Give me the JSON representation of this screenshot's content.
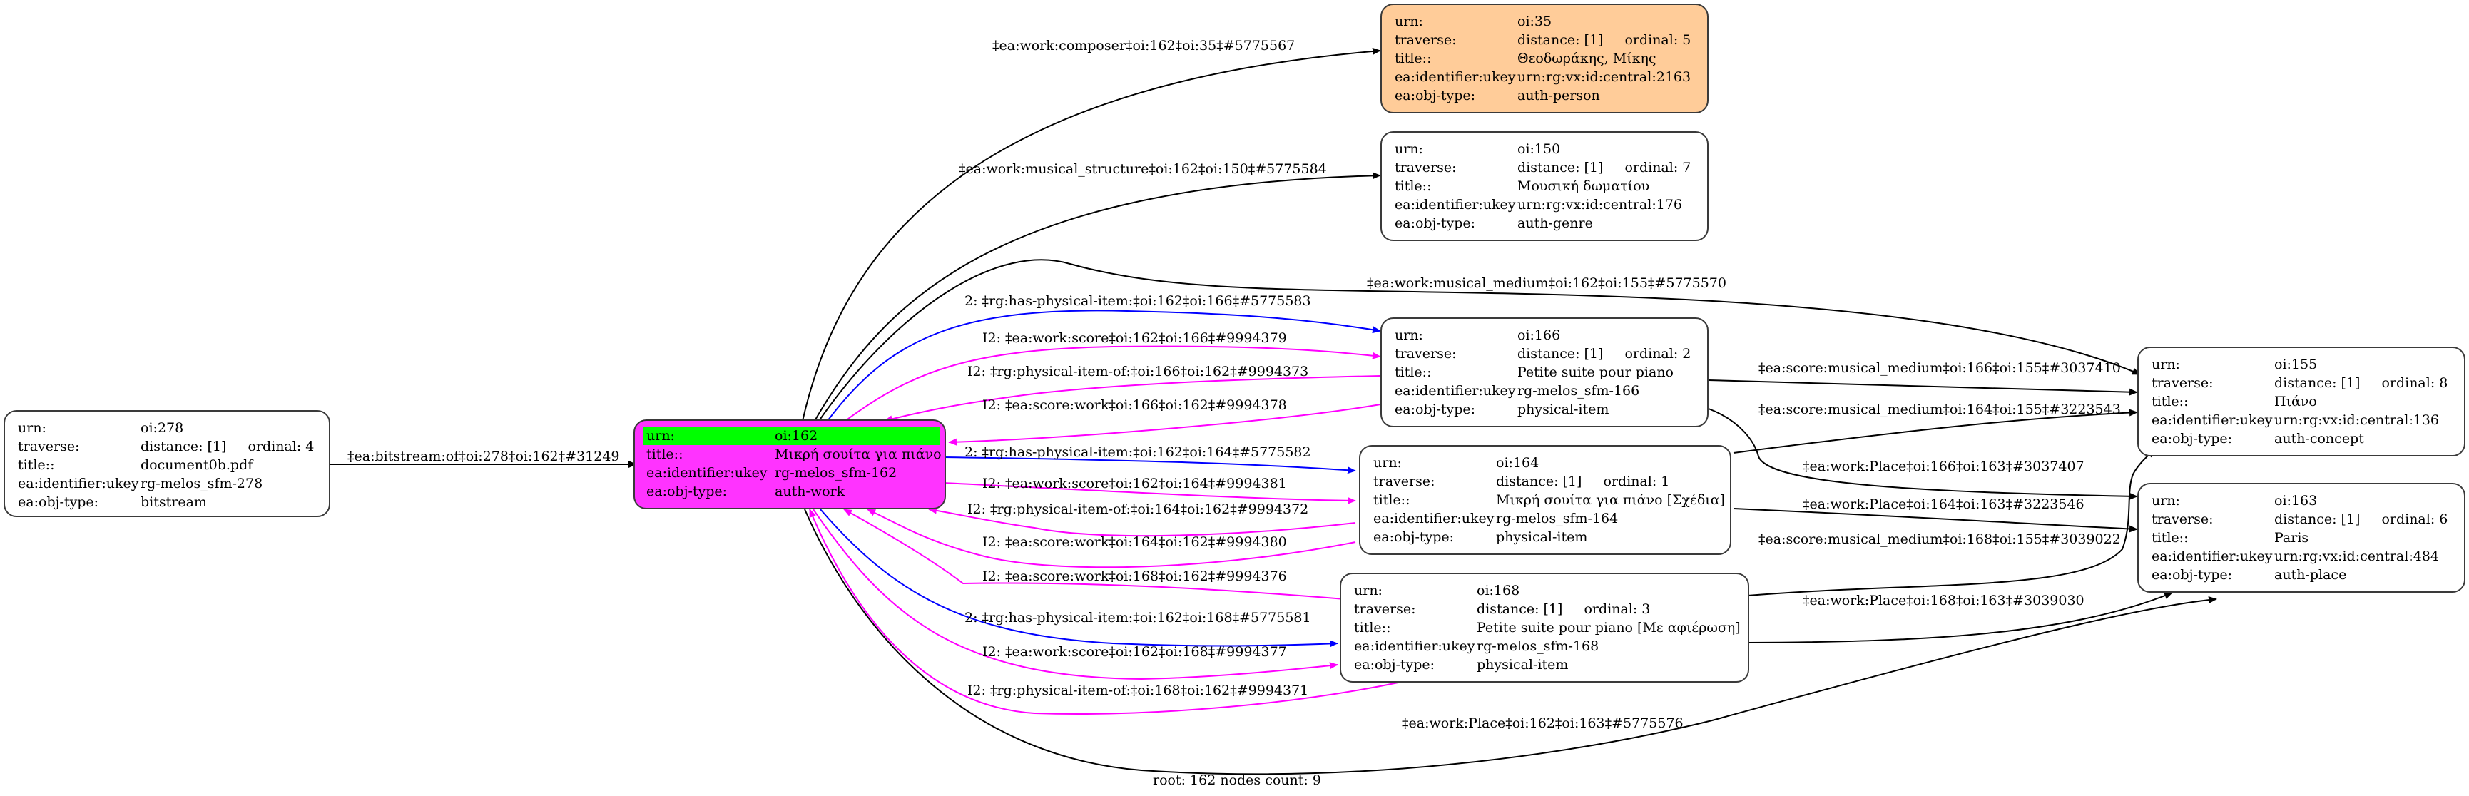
{
  "graph": {
    "caption": "root: 162 nodes count: 9",
    "colors": {
      "root_fill": "#ff33ff",
      "root_urn_highlight": "#00ff00",
      "person_fill": "#ffcc99",
      "edge_default": "#000000",
      "edge_has_item": "#0000ff",
      "edge_inferred": "#ff00ff"
    },
    "field_labels": {
      "urn": "urn:",
      "traverse": "traverse:",
      "title": "title::",
      "ukey": "ea:identifier:ukey",
      "objtype": "ea:obj-type:"
    },
    "nodes": {
      "n278": {
        "urn": "oi:278",
        "distance": "distance: [1]",
        "ordinal": "ordinal: 4",
        "title": "document0b.pdf",
        "ukey": "rg-melos_sfm-278",
        "objtype": "bitstream"
      },
      "n162": {
        "urn": "oi:162",
        "title": "Μικρή σουίτα για πιάνο",
        "ukey": "rg-melos_sfm-162",
        "objtype": "auth-work"
      },
      "n35": {
        "urn": "oi:35",
        "distance": "distance: [1]",
        "ordinal": "ordinal: 5",
        "title": "Θεοδωράκης, Μίκης",
        "ukey": "urn:rg:vx:id:central:2163",
        "objtype": "auth-person"
      },
      "n150": {
        "urn": "oi:150",
        "distance": "distance: [1]",
        "ordinal": "ordinal: 7",
        "title": "Μουσική δωματίου",
        "ukey": "urn:rg:vx:id:central:176",
        "objtype": "auth-genre"
      },
      "n166": {
        "urn": "oi:166",
        "distance": "distance: [1]",
        "ordinal": "ordinal: 2",
        "title": "Petite suite pour piano",
        "ukey": "rg-melos_sfm-166",
        "objtype": "physical-item"
      },
      "n164": {
        "urn": "oi:164",
        "distance": "distance: [1]",
        "ordinal": "ordinal: 1",
        "title": "Μικρή σουίτα για πιάνο [Σχέδια]",
        "ukey": "rg-melos_sfm-164",
        "objtype": "physical-item"
      },
      "n168": {
        "urn": "oi:168",
        "distance": "distance: [1]",
        "ordinal": "ordinal: 3",
        "title": "Petite suite pour piano [Με αφιέρωση]",
        "ukey": "rg-melos_sfm-168",
        "objtype": "physical-item"
      },
      "n155": {
        "urn": "oi:155",
        "distance": "distance: [1]",
        "ordinal": "ordinal: 8",
        "title": "Πιάνο",
        "ukey": "urn:rg:vx:id:central:136",
        "objtype": "auth-concept"
      },
      "n163": {
        "urn": "oi:163",
        "distance": "distance: [1]",
        "ordinal": "ordinal: 6",
        "title": "Paris",
        "ukey": "urn:rg:vx:id:central:484",
        "objtype": "auth-place"
      }
    },
    "edges": [
      {
        "id": "e1",
        "from": "oi:278",
        "to": "oi:162",
        "kind": "default",
        "label": "‡ea:bitstream:of‡oi:278‡oi:162‡#31249"
      },
      {
        "id": "e2",
        "from": "oi:162",
        "to": "oi:35",
        "kind": "default",
        "label": "‡ea:work:composer‡oi:162‡oi:35‡#5775567"
      },
      {
        "id": "e3",
        "from": "oi:162",
        "to": "oi:150",
        "kind": "default",
        "label": "‡ea:work:musical_structure‡oi:162‡oi:150‡#5775584"
      },
      {
        "id": "e4",
        "from": "oi:162",
        "to": "oi:155",
        "kind": "default",
        "label": "‡ea:work:musical_medium‡oi:162‡oi:155‡#5775570"
      },
      {
        "id": "e5",
        "from": "oi:162",
        "to": "oi:166",
        "kind": "has_item",
        "label": "2: ‡rg:has-physical-item:‡oi:162‡oi:166‡#5775583"
      },
      {
        "id": "e6",
        "from": "oi:162",
        "to": "oi:166",
        "kind": "inferred",
        "label": "I2: ‡ea:work:score‡oi:162‡oi:166‡#9994379"
      },
      {
        "id": "e7",
        "from": "oi:166",
        "to": "oi:162",
        "kind": "inferred",
        "label": "I2: ‡rg:physical-item-of:‡oi:166‡oi:162‡#9994373"
      },
      {
        "id": "e8",
        "from": "oi:166",
        "to": "oi:162",
        "kind": "inferred",
        "label": "I2: ‡ea:score:work‡oi:166‡oi:162‡#9994378"
      },
      {
        "id": "e9",
        "from": "oi:162",
        "to": "oi:164",
        "kind": "has_item",
        "label": "2: ‡rg:has-physical-item:‡oi:162‡oi:164‡#5775582"
      },
      {
        "id": "e10",
        "from": "oi:162",
        "to": "oi:164",
        "kind": "inferred",
        "label": "I2: ‡ea:work:score‡oi:162‡oi:164‡#9994381"
      },
      {
        "id": "e11",
        "from": "oi:164",
        "to": "oi:162",
        "kind": "inferred",
        "label": "I2: ‡rg:physical-item-of:‡oi:164‡oi:162‡#9994372"
      },
      {
        "id": "e12",
        "from": "oi:164",
        "to": "oi:162",
        "kind": "inferred",
        "label": "I2: ‡ea:score:work‡oi:164‡oi:162‡#9994380"
      },
      {
        "id": "e13",
        "from": "oi:168",
        "to": "oi:162",
        "kind": "inferred",
        "label": "I2: ‡ea:score:work‡oi:168‡oi:162‡#9994376"
      },
      {
        "id": "e14",
        "from": "oi:162",
        "to": "oi:168",
        "kind": "has_item",
        "label": "2: ‡rg:has-physical-item:‡oi:162‡oi:168‡#5775581"
      },
      {
        "id": "e15",
        "from": "oi:162",
        "to": "oi:168",
        "kind": "inferred",
        "label": "I2: ‡ea:work:score‡oi:162‡oi:168‡#9994377"
      },
      {
        "id": "e16",
        "from": "oi:168",
        "to": "oi:162",
        "kind": "inferred",
        "label": "I2: ‡rg:physical-item-of:‡oi:168‡oi:162‡#9994371"
      },
      {
        "id": "e17",
        "from": "oi:162",
        "to": "oi:163",
        "kind": "default",
        "label": "‡ea:work:Place‡oi:162‡oi:163‡#5775576"
      },
      {
        "id": "e18",
        "from": "oi:166",
        "to": "oi:155",
        "kind": "default",
        "label": "‡ea:score:musical_medium‡oi:166‡oi:155‡#3037410"
      },
      {
        "id": "e19",
        "from": "oi:164",
        "to": "oi:155",
        "kind": "default",
        "label": "‡ea:score:musical_medium‡oi:164‡oi:155‡#3223543"
      },
      {
        "id": "e20",
        "from": "oi:166",
        "to": "oi:163",
        "kind": "default",
        "label": "‡ea:work:Place‡oi:166‡oi:163‡#3037407"
      },
      {
        "id": "e21",
        "from": "oi:164",
        "to": "oi:163",
        "kind": "default",
        "label": "‡ea:work:Place‡oi:164‡oi:163‡#3223546"
      },
      {
        "id": "e22",
        "from": "oi:168",
        "to": "oi:155",
        "kind": "default",
        "label": "‡ea:score:musical_medium‡oi:168‡oi:155‡#3039022"
      },
      {
        "id": "e23",
        "from": "oi:168",
        "to": "oi:163",
        "kind": "default",
        "label": "‡ea:work:Place‡oi:168‡oi:163‡#3039030"
      }
    ]
  }
}
